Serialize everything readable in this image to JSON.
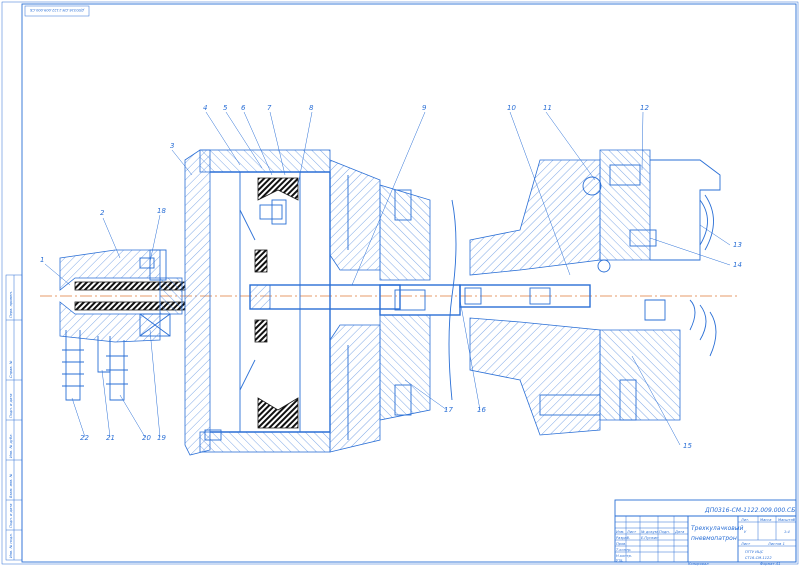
{
  "drawing": {
    "code_stamp": "ДП0316-СМ-1122.009.000.СБ",
    "title_block": {
      "designation": "ДП0316-СМ-1122.009.000.СБ",
      "name_line1": "Трехкулачковый",
      "name_line2": "пневмопатрон",
      "org_line1": "ПГТУ ИЦС",
      "org_line2": "СТ16-СМ-1122",
      "stage": "У",
      "mass": "",
      "scale": "1:4",
      "sheet_label": "Лист",
      "sheets_label": "Листов 1",
      "col_lit": "Лит.",
      "col_mass": "Масса",
      "col_scale": "Масштаб",
      "row_izm": "Изм.",
      "row_list": "Лист",
      "row_doc": "№ докум.",
      "row_sign": "Подп.",
      "row_date": "Дата",
      "razrab": "Разраб.",
      "prov": "Пров.",
      "tkontr": "Т.контр.",
      "nkontr": "Н.контр.",
      "utv": "Утв.",
      "razrab_name": "Е.Пупкин"
    },
    "footer": {
      "kopiroval": "Копировал",
      "format": "Формат А1"
    },
    "side_stamp": {
      "perv_primen": "Перв. примен.",
      "sprav_no": "Справ. №",
      "podp_data_1": "Подп. и дата",
      "inv_dubl": "Инв. № дубл.",
      "vzam_inv": "Взам. инв. №",
      "podp_data_2": "Подп. и дата",
      "inv_podl": "Инв. № подл."
    },
    "callouts": [
      "1",
      "2",
      "3",
      "4",
      "5",
      "6",
      "7",
      "8",
      "9",
      "10",
      "11",
      "12",
      "13",
      "14",
      "15",
      "16",
      "17",
      "18",
      "19",
      "20",
      "21",
      "22"
    ]
  }
}
